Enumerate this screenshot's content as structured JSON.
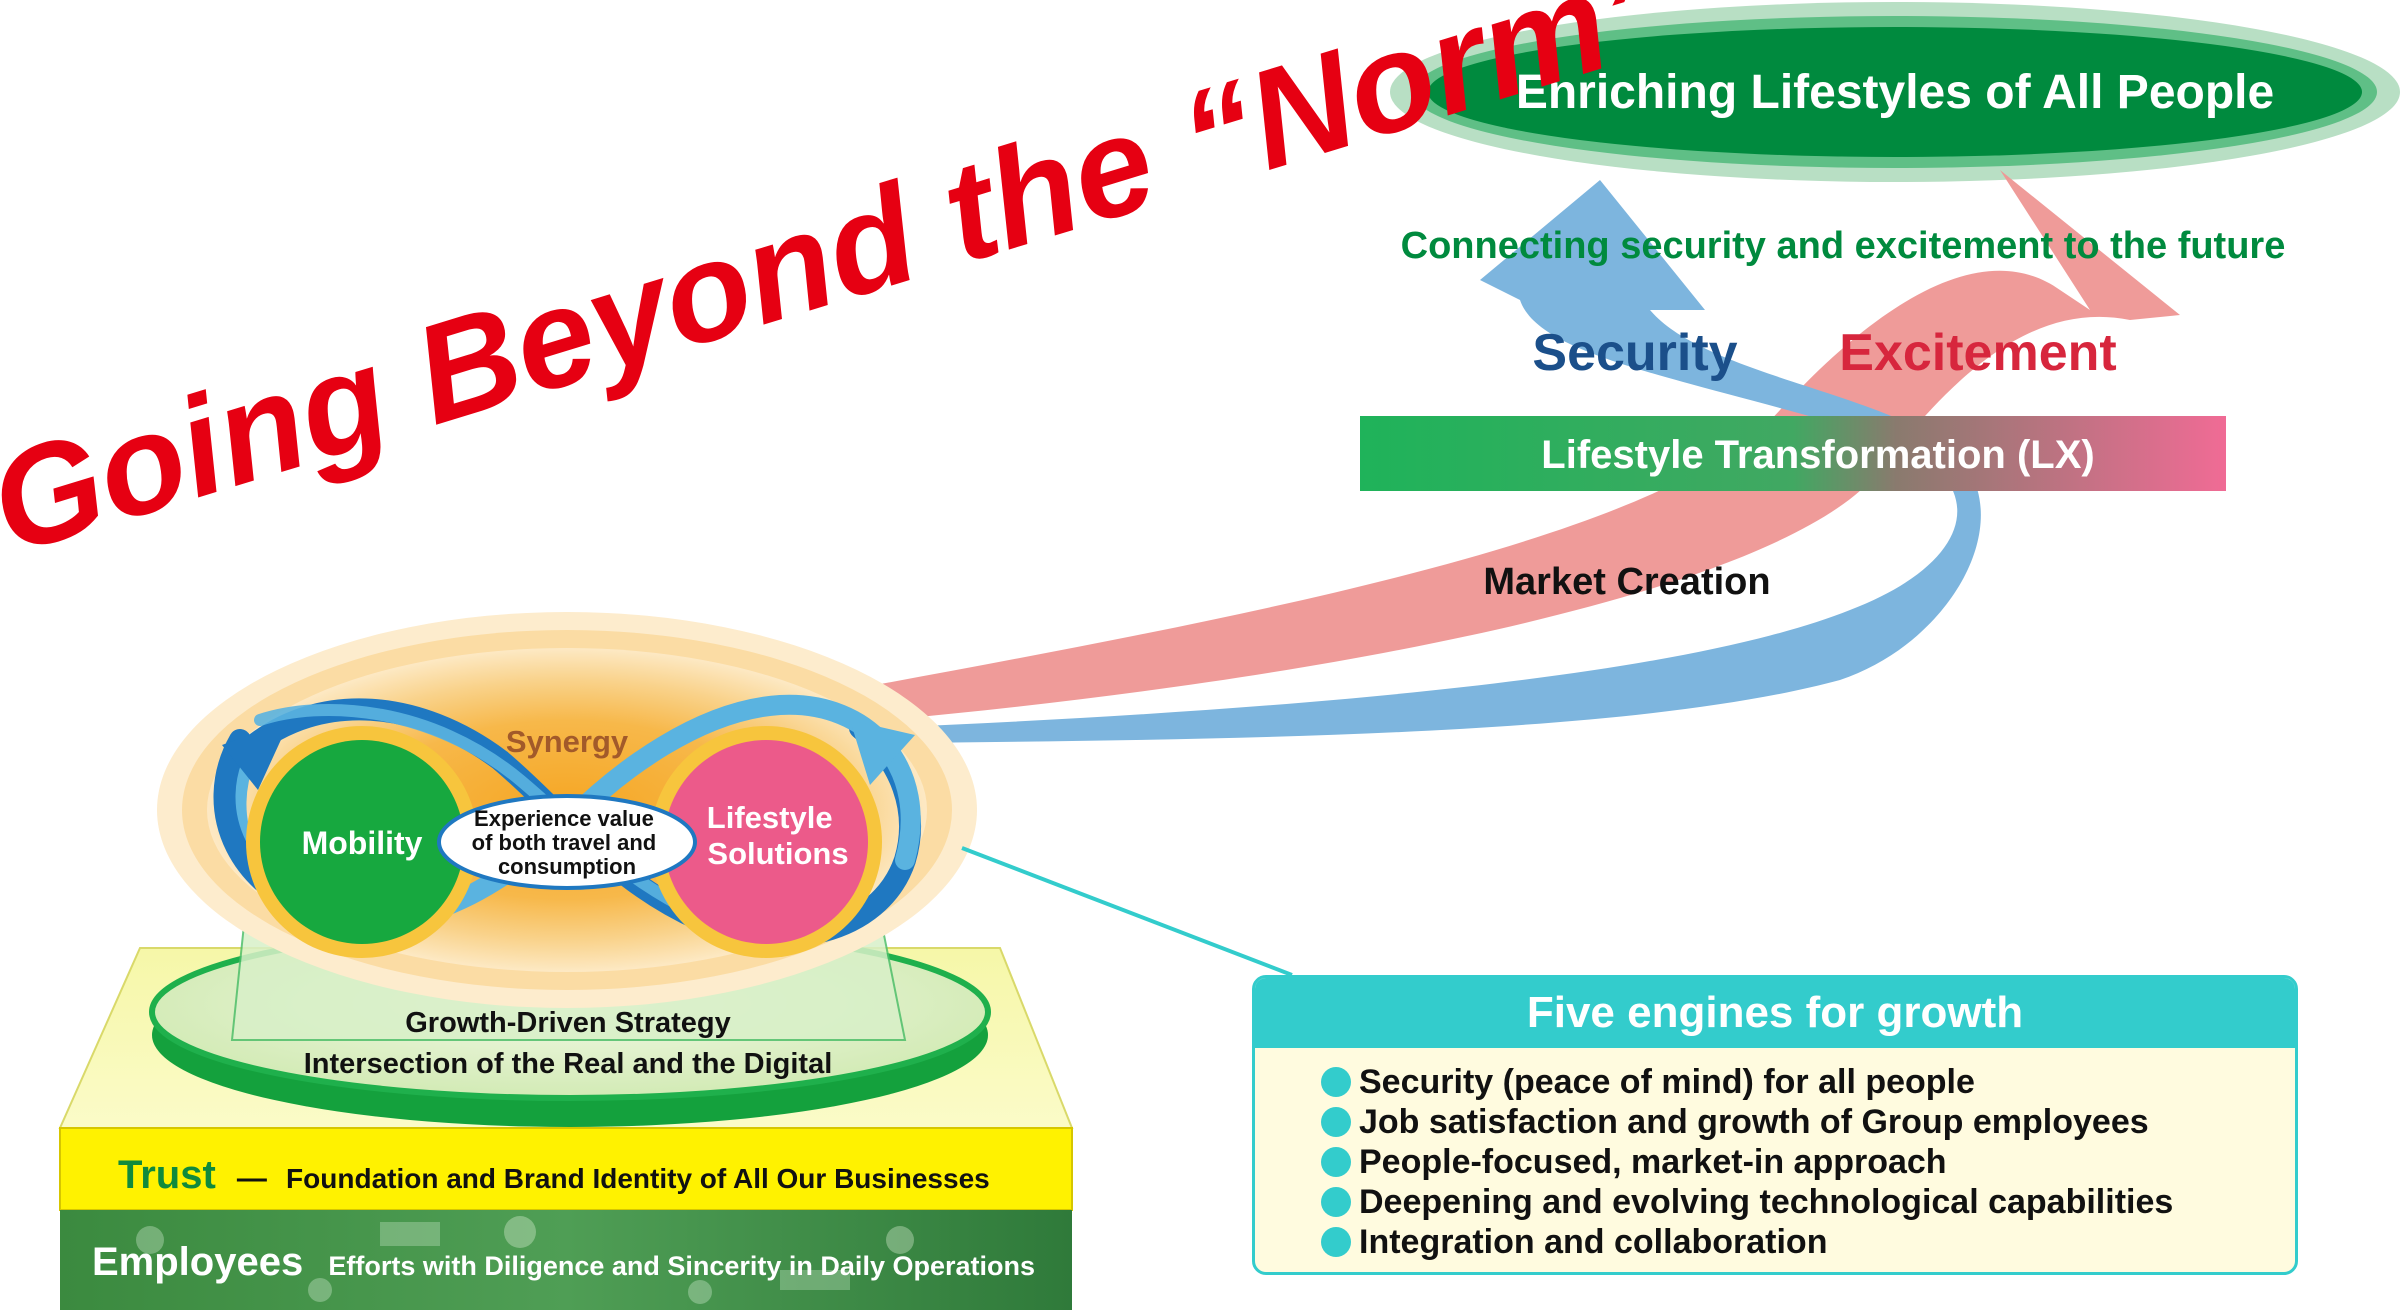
{
  "headline": {
    "pre": "Going Beyond the ",
    "quoted": "“Norm”"
  },
  "goal": "Enriching Lifestyles of All People",
  "tagline": "Connecting security and excitement to the future",
  "arrows": {
    "security": "Security",
    "excitement": "Excitement"
  },
  "lx_bar": "Lifestyle Transformation (LX)",
  "market_creation": "Market Creation",
  "engine": {
    "synergy": "Synergy",
    "mobility": "Mobility",
    "center_lines": [
      "Experience value",
      "of both travel and",
      "consumption"
    ],
    "lifestyle_lines": [
      "Lifestyle",
      "Solutions"
    ]
  },
  "platform": {
    "strategy": "Growth-Driven Strategy",
    "intersection": "Intersection of the Real and the Digital"
  },
  "foundation": {
    "trust_label": "Trust",
    "trust_dash": "―",
    "trust_text": "Foundation and Brand Identity of All Our Businesses",
    "employees_label": "Employees",
    "employees_text": "Efforts with Diligence and Sincerity in Daily Operations"
  },
  "five_engines": {
    "title": "Five engines for growth",
    "items": [
      "Security (peace of mind) for all people",
      "Job satisfaction and growth of Group employees",
      "People-focused, market-in approach",
      "Deepening and evolving technological capabilities",
      "Integration and collaboration"
    ]
  },
  "colors": {
    "headline": "#e60012",
    "goal_green": "#008a3e",
    "security_blue": "#1b4f8a",
    "excitement_red": "#d7263d",
    "arrow_blue": "#7db5de",
    "arrow_red": "#ee9694",
    "teal": "#33cccc"
  }
}
